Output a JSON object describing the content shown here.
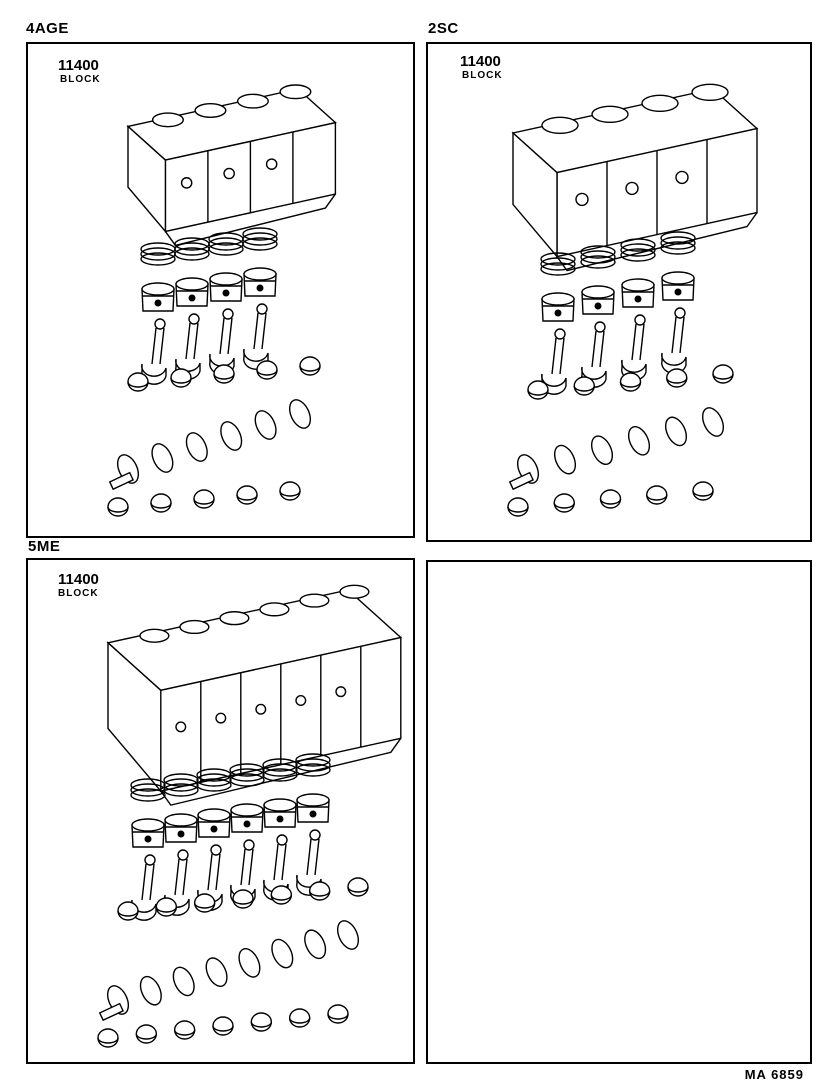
{
  "panels": [
    {
      "engine": "4AGE",
      "part_number": "11400",
      "part_name": "BLOCK",
      "cylinders": 4
    },
    {
      "engine": "2SC",
      "part_number": "11400",
      "part_name": "BLOCK",
      "cylinders": 4
    },
    {
      "engine": "5ME",
      "part_number": "11400",
      "part_name": "BLOCK",
      "cylinders": 6
    },
    {
      "engine": "",
      "part_number": "",
      "part_name": "",
      "cylinders": 0
    }
  ],
  "footer": {
    "code": "MA  6859"
  },
  "icons": [
    "cylinder-block-drawing",
    "piston-ring-set",
    "piston",
    "connecting-rod",
    "crankshaft",
    "bearing-shell"
  ]
}
